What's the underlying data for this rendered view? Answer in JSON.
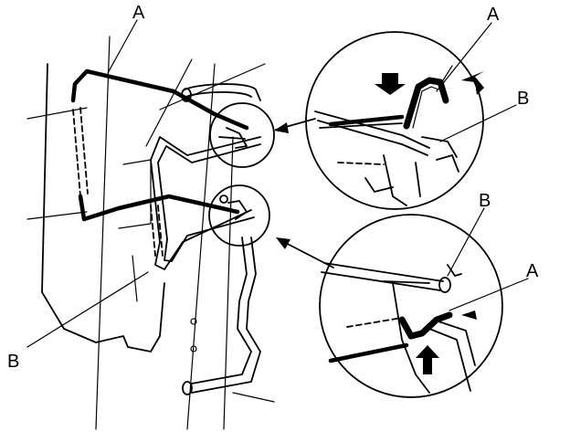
{
  "labels": {
    "a_main": "A",
    "a_detail_top": "A",
    "b_detail_top": "B",
    "b_detail_bottom": "B",
    "a_detail_bottom": "A",
    "b_main": "B"
  }
}
